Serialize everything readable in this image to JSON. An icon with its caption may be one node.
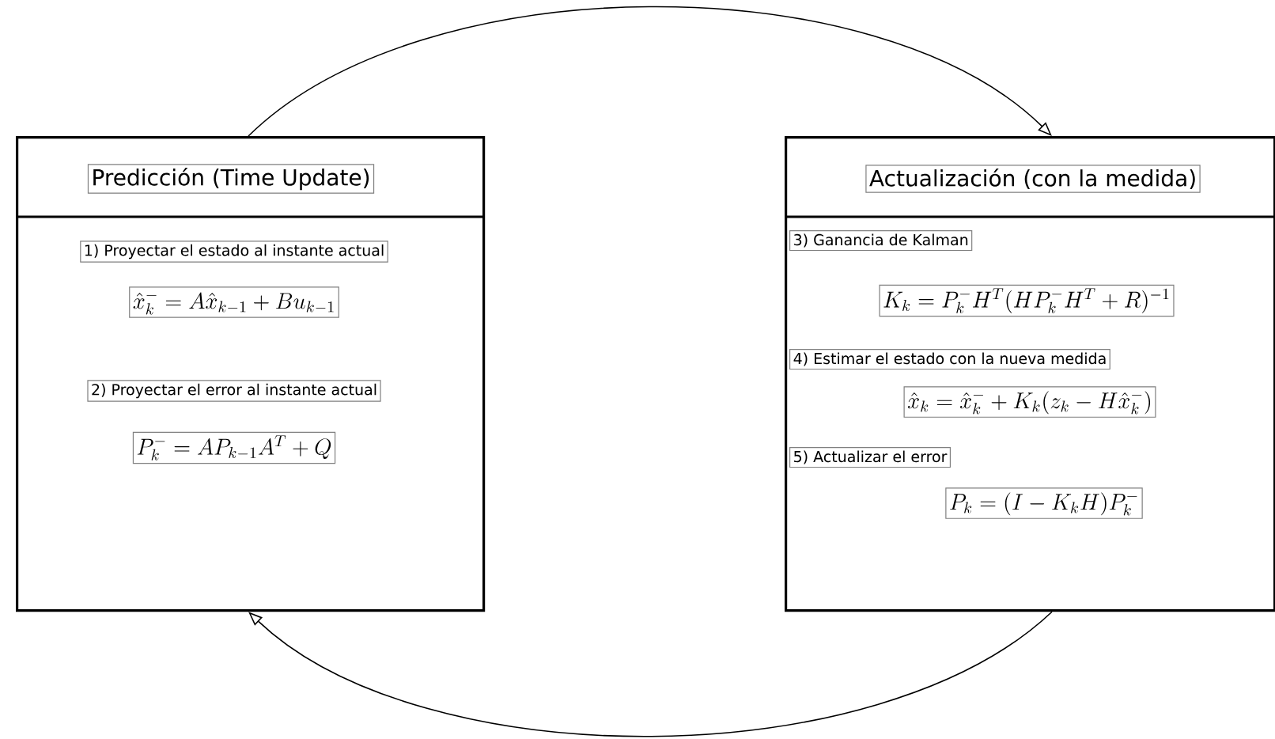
{
  "diagram": {
    "nodes": [
      {
        "text": [],
        "shape": "box"
      },
      {
        "text": [
          "Predicción (Time Update)"
        ],
        "in": 0
      },
      {
        "text": [
          "1) Proyectar el estado al instante actual"
        ],
        "in": 0
      },
      {
        "text": [
          "\\hat{x}_k^- = A\\hat{x}_{k-1} + Bu_{k-1}"
        ],
        "in": 0
      },
      {
        "text": [
          "2) Proyectar el error al instante actual"
        ],
        "in": 0
      },
      {
        "text": [
          "P_k^- = AP_{k-1}A^T + Q"
        ],
        "in": 0
      },
      {
        "text": [],
        "shape": "box"
      },
      {
        "text": [
          "Actualización (con la medida)"
        ],
        "in": 6
      },
      {
        "text": [
          "3) Ganancia de Kalman"
        ],
        "in": 6
      },
      {
        "text": [
          "K_k = P_k^- H^T (HP_k^- H^T + R)^{-1}"
        ],
        "in": 6
      },
      {
        "text": [
          "4) Estimar el estado con la nueva medida"
        ],
        "in": 6
      },
      {
        "text": [
          "\\hat{x}_k = \\hat{x}_k^- + K_k(z_k - H\\hat{x}_k^-)"
        ],
        "in": 6
      },
      {
        "text": [
          "5) Actualizar el error"
        ],
        "in": 6
      },
      {
        "text": [
          "P_k = (I - K_kH)P_k^-"
        ],
        "in": 6
      }
    ],
    "edges": [
      {
        "from": 0,
        "to": 6,
        "arrow": "to"
      },
      {
        "from": 6,
        "to": 0,
        "arrow": "to"
      }
    ]
  }
}
